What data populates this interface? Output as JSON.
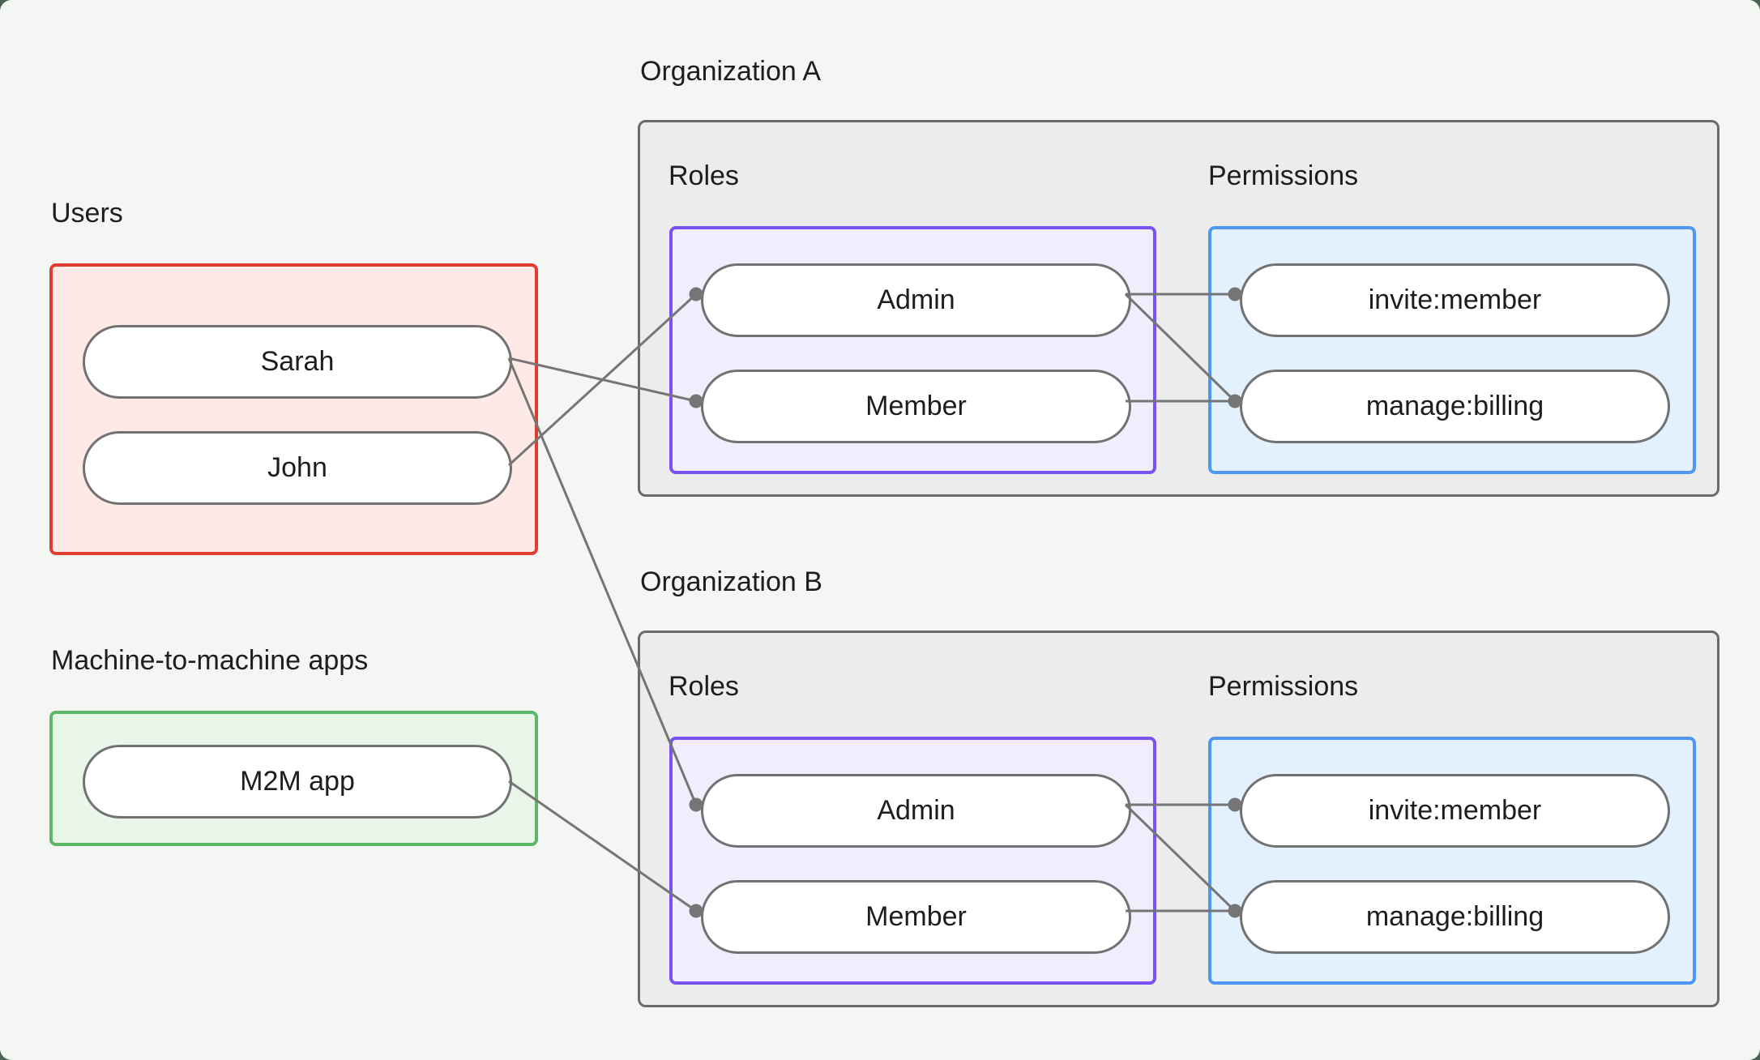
{
  "page": {
    "background": "#486351",
    "card_background": "#f4f6f4"
  },
  "colors": {
    "text": "#1d1d1f",
    "line": "#757575",
    "pill_border": "#717171",
    "pill_fill": "#ffffff",
    "org_border": "#6a6a6a",
    "org_fill": "#ececec",
    "users_border": "#e23b32",
    "users_fill": "#fdeae7",
    "m2m_border": "#5cb767",
    "m2m_fill": "#eaf5ea",
    "roles_border": "#7a52f3",
    "roles_fill": "#f2edfd",
    "permissions_border": "#4e97f5",
    "permissions_fill": "#e3f0fd"
  },
  "groups": {
    "users": {
      "label": "Users",
      "items": [
        "Sarah",
        "John"
      ]
    },
    "m2m": {
      "label": "Machine-to-machine apps",
      "items": [
        "M2M app"
      ]
    }
  },
  "organizations": [
    {
      "title": "Organization A",
      "roles_label": "Roles",
      "roles": [
        "Admin",
        "Member"
      ],
      "permissions_label": "Permissions",
      "permissions": [
        "invite:member",
        "manage:billing"
      ]
    },
    {
      "title": "Organization B",
      "roles_label": "Roles",
      "roles": [
        "Admin",
        "Member"
      ],
      "permissions_label": "Permissions",
      "permissions": [
        "invite:member",
        "manage:billing"
      ]
    }
  ],
  "connections": [
    {
      "from": "user-sarah",
      "to": "orgA-role-member"
    },
    {
      "from": "user-john",
      "to": "orgA-role-admin"
    },
    {
      "from": "user-sarah",
      "to": "orgB-role-admin"
    },
    {
      "from": "m2m-app",
      "to": "orgB-role-member"
    },
    {
      "from": "orgA-role-admin",
      "to": "orgA-perm-invite"
    },
    {
      "from": "orgA-role-admin",
      "to": "orgA-perm-manage"
    },
    {
      "from": "orgA-role-member",
      "to": "orgA-perm-manage"
    },
    {
      "from": "orgB-role-admin",
      "to": "orgB-perm-invite"
    },
    {
      "from": "orgB-role-admin",
      "to": "orgB-perm-manage"
    },
    {
      "from": "orgB-role-member",
      "to": "orgB-perm-manage"
    }
  ]
}
